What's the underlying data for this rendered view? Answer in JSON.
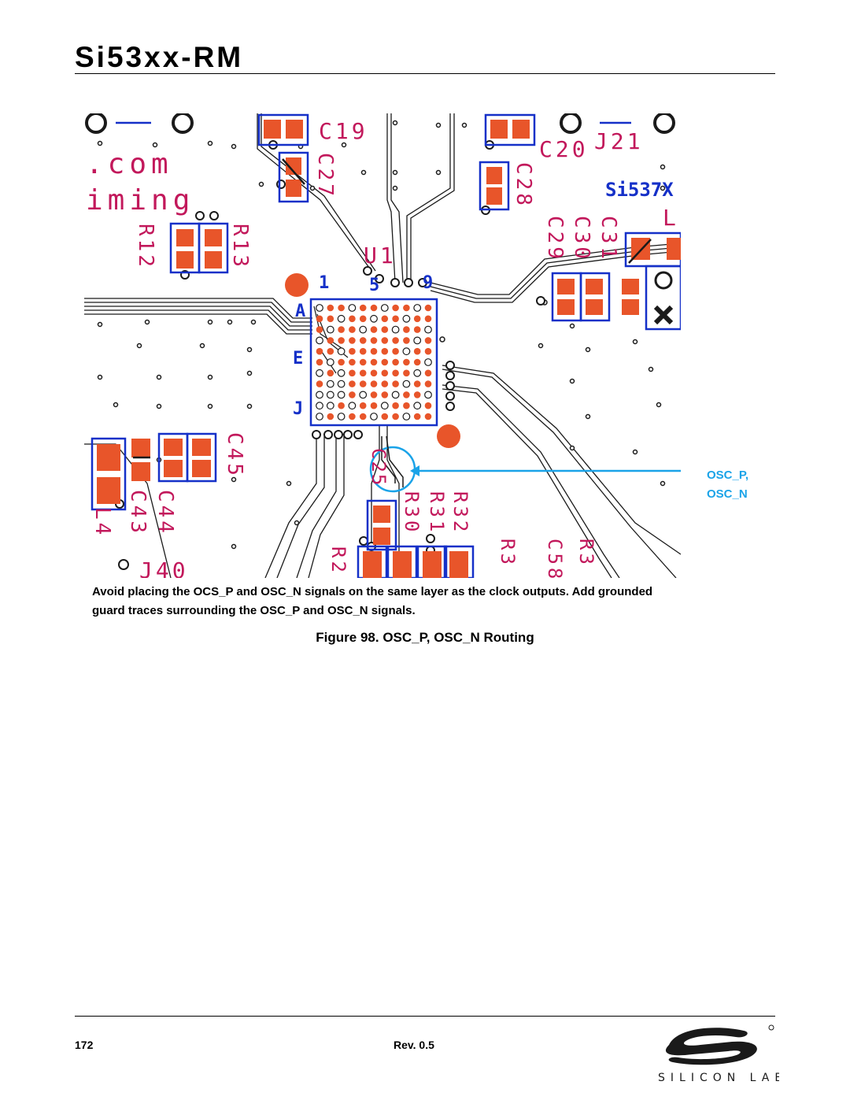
{
  "header": {
    "title": "Si53xx-RM"
  },
  "figure": {
    "callout": [
      "OSC_P,",
      "OSC_N"
    ],
    "silkscreen": {
      "com": ".com",
      "iming": "iming",
      "c19": "C19",
      "c20": "C20",
      "j21": "J21",
      "si537x": "Si537X",
      "c27": "C27",
      "c28": "C28",
      "c29": "C29",
      "c30": "C30",
      "c31": "C31",
      "r12": "R12",
      "r13": "R13",
      "u1": "U1",
      "pin1": "1",
      "pin5": "5",
      "pin9": "9",
      "rowA": "A",
      "rowE": "E",
      "rowJ": "J",
      "c45": "C45",
      "c44": "C44",
      "c43": "C43",
      "l4": "L4",
      "j40": "J40",
      "r2": "R2",
      "r30": "R30",
      "r31": "R31",
      "r32": "R32",
      "r3": "R3",
      "c58": "C58",
      "r33": "R3",
      "l": "L",
      "c25": "C25"
    },
    "colors": {
      "trace": "#1a1a1a",
      "outline": "#1530c8",
      "pad": "#e8552a",
      "silk": "#c2185b",
      "callout": "#1aa3e8"
    }
  },
  "caption_note": "Avoid placing the OCS_P and OSC_N signals on the same layer as the clock outputs.  Add grounded guard traces surrounding the OSC_P and OSC_N signals.",
  "figure_caption": "Figure 98. OSC_P, OSC_N Routing",
  "footer": {
    "page_number": "172",
    "revision": "Rev. 0.5",
    "logo_text": "SILICON LABS"
  }
}
